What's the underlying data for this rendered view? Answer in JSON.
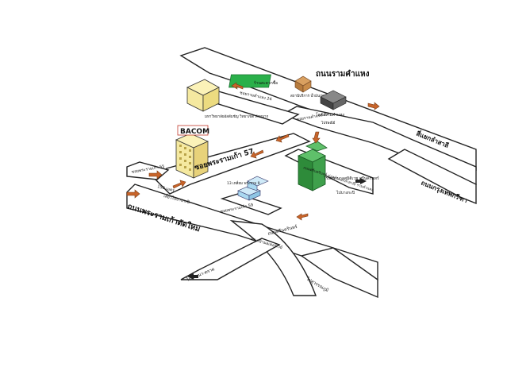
{
  "map": {
    "roads": {
      "ramkhamhaeng": "ถนนรามคำแหง",
      "phra_ram_9_new": "ถนนพระรามเก้าตัดใหม่",
      "soi_phra_ram_9_57": "ซอยพระรามเก้า 57",
      "soi_phra_ram_9_55": "ซอยพระรามเก้า 55",
      "soi_phra_ram_9_59": "ซอยพระรามเก้า 59",
      "soi_ramkhamhaeng_24": "ซอยรามคำแหง 24",
      "soi_ramkhamhaeng_22": "ซอยรามคำแหง 22",
      "srinakarin": "ถนนศรีนครินทร์",
      "motorway": "ทางเข้ามอเตอร์เวย์",
      "dist_150m": "150 เมตร"
    },
    "directions": {
      "to_lamsali": "สี่แยกลำสาลี",
      "to_bangkapi_krungthep_kritha": "ถนนกรุงเทพกรีฑา",
      "to_bangna_trat": "ไปบางนา-ตราด",
      "to_suvarnabhumi": "ไปสุวรรณภูมิ",
      "to_bangkapi": "ไปบางกะปิ",
      "to_bangkapi_2": "ไปบางกะปิ",
      "to_ramkhamhaeng_soi": "ถนนศรีนครินทร์ มุ่งหน้าแยกลำสาลี/ รามคำแหง",
      "turn_to_bangkapi": "เลี้ยวไปบางกะปิ"
    },
    "places": {
      "bacom_logo": "BACOM",
      "green_sign": "ร้านสะดวกซื้อ",
      "post_office": "ไปรษณีย์",
      "lotus": "โลตัสรามคำแหง",
      "box_store_label": "สถานีบริการ น้ำมันปตท",
      "university": "มหาวิทยาลัยอัสสัมชัญ วิทยาเขต หัวหมาก",
      "hospital": "โรงพยาบาลสมิติเวช ศรีนครินทร์",
      "condo": "13 เหลี่ยม พระราม 9"
    },
    "colors": {
      "arrow": "#c8642a",
      "tower": "#2e8b3a",
      "green_sign": "#2ab04a",
      "building_yellow": "#f5e9a0",
      "condo_blue": "#a9d8f0",
      "lotus_gray": "#555555"
    }
  }
}
